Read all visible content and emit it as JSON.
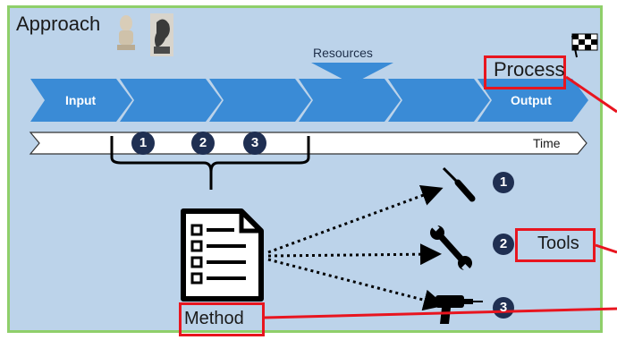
{
  "title": "Approach",
  "process_flow": {
    "input_label": "Input",
    "output_label": "Output",
    "resources_label": "Resources",
    "process_label": "Process",
    "time_label": "Time"
  },
  "steps": [
    "1",
    "2",
    "3"
  ],
  "method": {
    "label": "Method"
  },
  "tools": {
    "label": "Tools",
    "numbers": [
      "1",
      "2",
      "3"
    ],
    "icons": [
      "screwdriver-icon",
      "wrench-icon",
      "drill-icon"
    ]
  },
  "colors": {
    "frame_border": "#8fcf6a",
    "background": "#bcd3ea",
    "chevron": "#3a8bd6",
    "number_circle": "#1f2f52",
    "highlight_box": "#e8151f"
  },
  "icons": [
    "philosopher-bust-icon",
    "thinker-statue-icon",
    "checkered-flag-icon",
    "checklist-document-icon",
    "screwdriver-icon",
    "wrench-icon",
    "drill-icon"
  ]
}
